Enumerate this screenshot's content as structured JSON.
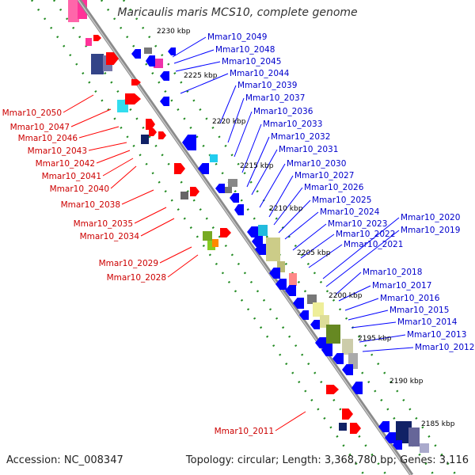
{
  "title": "Maricaulis maris MCS10, complete genome",
  "footer": {
    "accession": "Accession: NC_008347",
    "topology": "Topology: circular; Length: 3,368,780 bp; Genes: 3,116"
  },
  "colors": {
    "backbone": "#888888",
    "tick": "#228b22",
    "forward_gene": "#ff0000",
    "reverse_gene": "#0000ff",
    "forward_label": "#cc0000",
    "reverse_label": "#0000cc"
  },
  "scale_labels": [
    "2230 kbp",
    "2225 kbp",
    "2220 kbp",
    "2215 kbp",
    "2210 kbp",
    "2205 kbp",
    "2200 kbp",
    "2195 kbp",
    "2190 kbp",
    "2185 kbp"
  ],
  "forward_labels": [
    "Mmar10_2050",
    "Mmar10_2047",
    "Mmar10_2046",
    "Mmar10_2043",
    "Mmar10_2042",
    "Mmar10_2041",
    "Mmar10_2040",
    "Mmar10_2038",
    "Mmar10_2035",
    "Mmar10_2034",
    "Mmar10_2029",
    "Mmar10_2028",
    "Mmar10_2011"
  ],
  "reverse_labels": [
    "Mmar10_2049",
    "Mmar10_2048",
    "Mmar10_2045",
    "Mmar10_2044",
    "Mmar10_2039",
    "Mmar10_2037",
    "Mmar10_2036",
    "Mmar10_2033",
    "Mmar10_2032",
    "Mmar10_2031",
    "Mmar10_2030",
    "Mmar10_2027",
    "Mmar10_2026",
    "Mmar10_2025",
    "Mmar10_2024",
    "Mmar10_2023",
    "Mmar10_2022",
    "Mmar10_2021",
    "Mmar10_2020",
    "Mmar10_2019",
    "Mmar10_2018",
    "Mmar10_2017",
    "Mmar10_2016",
    "Mmar10_2015",
    "Mmar10_2014",
    "Mmar10_2013",
    "Mmar10_2012"
  ]
}
